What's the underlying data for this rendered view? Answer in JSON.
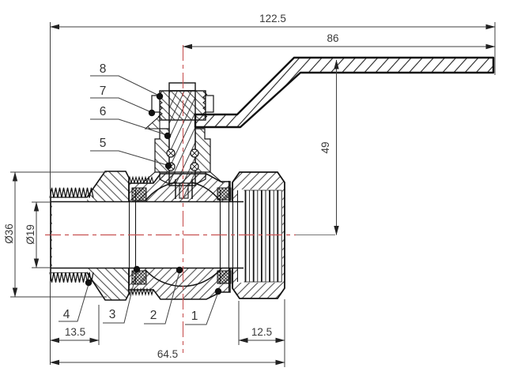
{
  "drawing": {
    "kind": "ball-valve-cross-section",
    "dimensions": {
      "overall_length": "122.5",
      "handle_length": "86",
      "handle_height": "49",
      "union_nut_diameter": "Ø36",
      "bore_diameter": "Ø19",
      "tail_thread_length": "13.5",
      "body_length": "64.5",
      "nut_thread_length": "12.5"
    },
    "part_labels": {
      "p1": "1",
      "p2": "2",
      "p3": "3",
      "p4": "4",
      "p5": "5",
      "p6": "6",
      "p7": "7",
      "p8": "8"
    },
    "colors": {
      "centerline": "#c85252",
      "line": "#141414",
      "dimension": "#3f3f3f",
      "background": "#ffffff"
    }
  }
}
